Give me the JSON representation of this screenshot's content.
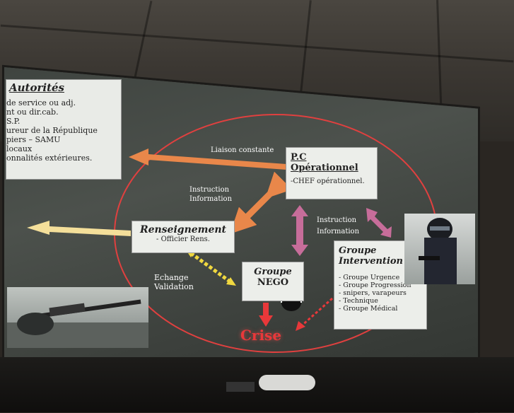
{
  "slide": {
    "authorities": {
      "title": "Autorités",
      "lines": [
        "de service ou adj.",
        "nt ou dir.cab.",
        "S.P.",
        "ureur de la République",
        "piers – SAMU",
        "locaux",
        "onnalités extérieures."
      ]
    },
    "liaison_label": "Liaison constante",
    "pc": {
      "title": "P.C Opérationnel",
      "sub": "-CHEF opérationnel."
    },
    "instruction_left": [
      "Instruction",
      "Information"
    ],
    "instruction_right": [
      "Instruction",
      "Information"
    ],
    "renseignement": {
      "title": "Renseignement",
      "sub": "- Officier Rens."
    },
    "echange": [
      "Echange",
      "Validation"
    ],
    "nego": {
      "title": [
        "Groupe",
        "NEGO"
      ]
    },
    "intervention": {
      "title": [
        "Groupe",
        "Intervention"
      ],
      "items": [
        "- Groupe Urgence",
        "- Groupe Progression",
        "- snipers, varapeurs",
        "- Technique",
        "- Groupe Médical"
      ]
    },
    "crise": "Crise"
  },
  "colors": {
    "circle": "#e0403f",
    "orange_arrow": "#e9874a",
    "yellow_arrow": "#f4df9a",
    "pink_arrow": "#c76d9a",
    "crise": "#e8383a"
  }
}
